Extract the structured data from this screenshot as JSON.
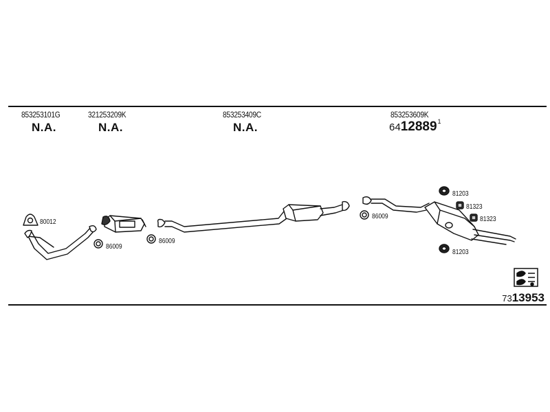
{
  "part_numbers": [
    {
      "part_no": "853253101G",
      "price": "N.A."
    },
    {
      "part_no": "321253209K",
      "price": "N.A."
    },
    {
      "part_no": "853253409C",
      "price": "N.A."
    },
    {
      "part_no": "853253609K",
      "price_prefix": "64",
      "price_main": "12889",
      "price_sup": "1"
    }
  ],
  "fittings": [
    {
      "code": "80012"
    },
    {
      "code": "86009"
    },
    {
      "code": "86009"
    },
    {
      "code": "86009"
    },
    {
      "code": "81203"
    },
    {
      "code": "81323"
    },
    {
      "code": "81323"
    },
    {
      "code": "81203"
    }
  ],
  "footer": {
    "code_prefix": "73",
    "code_main": "13953",
    "icon": "hanger-symbol-icon"
  }
}
